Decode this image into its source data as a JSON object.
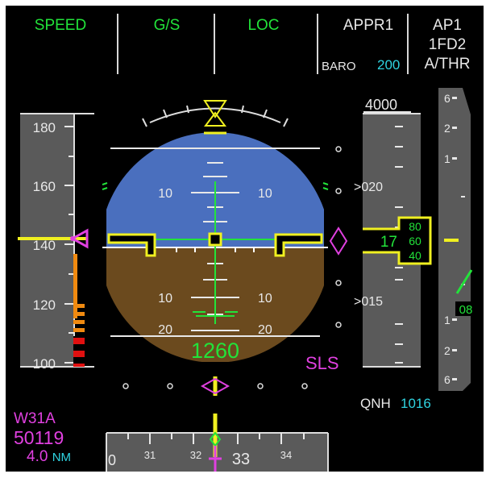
{
  "fma": {
    "speed_mode": "SPEED",
    "vertical_mode": "G/S",
    "lateral_mode": "LOC",
    "approach_capability": "APPR1",
    "minimums_label": "BARO",
    "minimums_value": "200",
    "ap_status": "AP1",
    "fd_status": "1FD2",
    "athr_status": "A/THR"
  },
  "speed_tape": {
    "labels": [
      "180",
      "160",
      "140",
      "120",
      "100"
    ]
  },
  "attitude": {
    "pitch_labels_left": [
      "10",
      "10",
      "20"
    ],
    "pitch_labels_right": [
      "10",
      "10",
      "20"
    ],
    "radio_altitude": "1260",
    "approach_type": "SLS"
  },
  "altitude_tape": {
    "selected_altitude": "4000",
    "label_upper": ">020",
    "label_lower": ">015",
    "current_hundreds": "17",
    "drum_values": [
      "80",
      "60",
      "40"
    ]
  },
  "vsi": {
    "scale_labels": [
      "6",
      "2",
      "1",
      "1",
      "2",
      "6"
    ],
    "current_value": "08"
  },
  "baro": {
    "label": "QNH",
    "value": "1016"
  },
  "approach_info": {
    "identifier": "W31A",
    "frequency": "50119",
    "distance_value": "4.0",
    "distance_unit": "NM"
  },
  "heading_tape": {
    "labels": [
      "0",
      "31",
      "32",
      "33",
      "34"
    ]
  },
  "colors": {
    "sky": "#4a6fbe",
    "ground": "#6b4a1e",
    "fma_green": "#22e33a",
    "cyan": "#2fd3e0",
    "magenta": "#e040e0",
    "yellow": "#f0f020",
    "tape_gray": "#5a5a5a"
  }
}
